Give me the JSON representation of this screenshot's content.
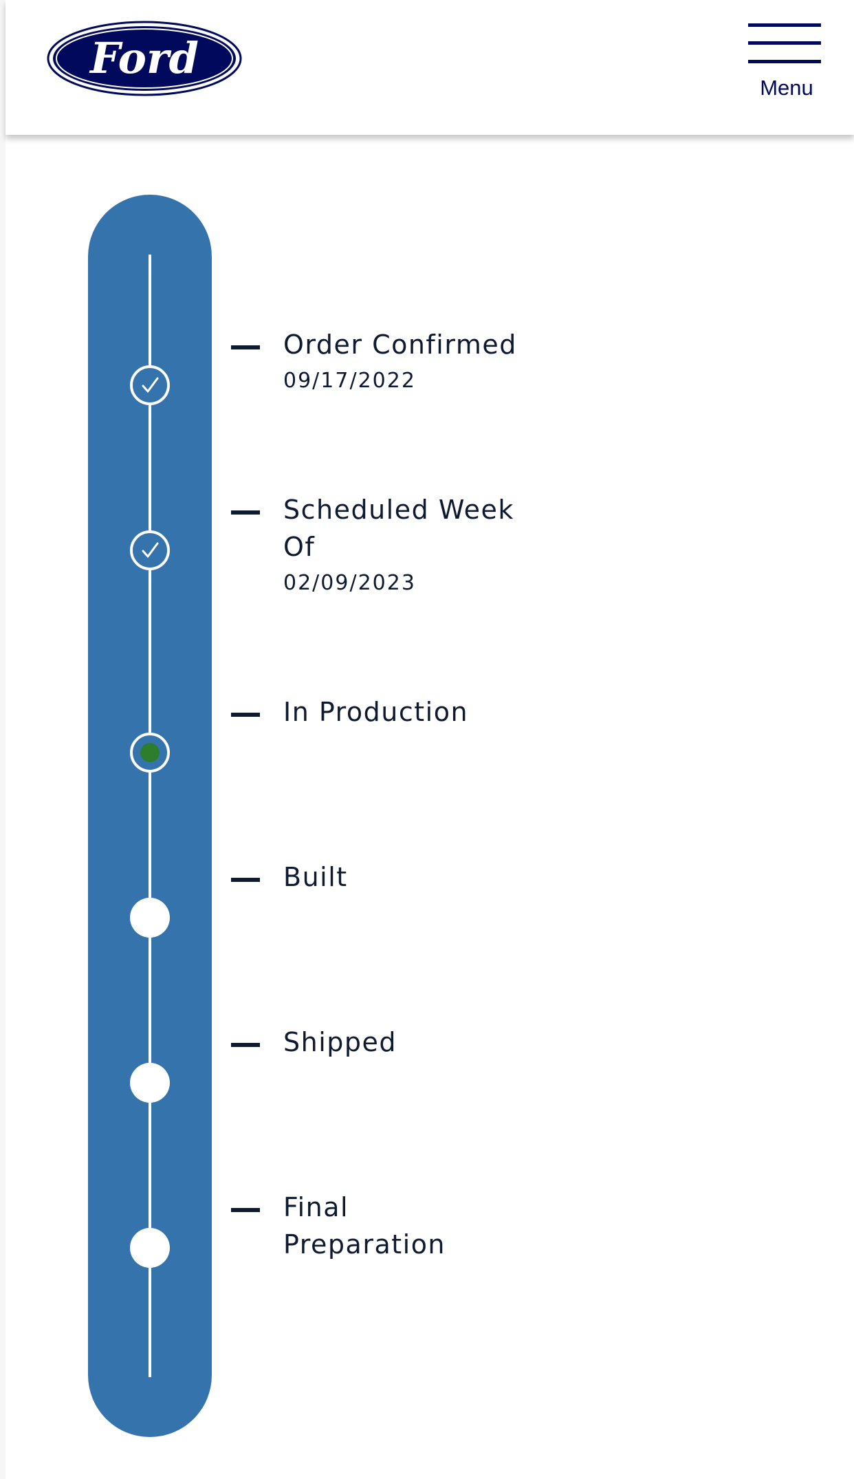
{
  "header": {
    "logo_text": "Ford",
    "menu_label": "Menu"
  },
  "colors": {
    "brand_navy": "#00095b",
    "tracker_blue": "#3473ac",
    "current_dot": "#2d7d2d",
    "text": "#0e1a30"
  },
  "tracker": {
    "steps": [
      {
        "title": "Order Confirmed",
        "date": "09/17/2022",
        "status": "complete"
      },
      {
        "title": "Scheduled Week Of",
        "date": "02/09/2023",
        "status": "complete"
      },
      {
        "title": "In Production",
        "date": "",
        "status": "current"
      },
      {
        "title": "Built",
        "date": "",
        "status": "pending"
      },
      {
        "title": "Shipped",
        "date": "",
        "status": "pending"
      },
      {
        "title": "Final Preparation",
        "date": "",
        "status": "pending"
      }
    ]
  }
}
